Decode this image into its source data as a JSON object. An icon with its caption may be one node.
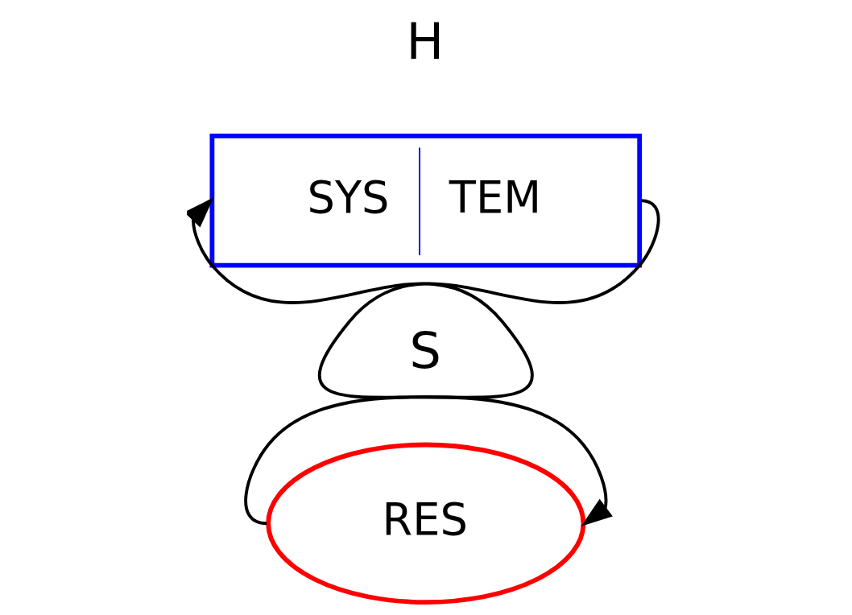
{
  "diagram": {
    "nodes": [
      {
        "text": [
          "SYS",
          "TEM"
        ]
      },
      {
        "text": [
          "RES"
        ]
      }
    ],
    "edges": [
      {
        "from": 0,
        "to": 1,
        "arrow": "to"
      },
      {
        "from": 1,
        "to": 0,
        "arrow": "to"
      }
    ],
    "labels": [
      "H",
      "S"
    ]
  }
}
